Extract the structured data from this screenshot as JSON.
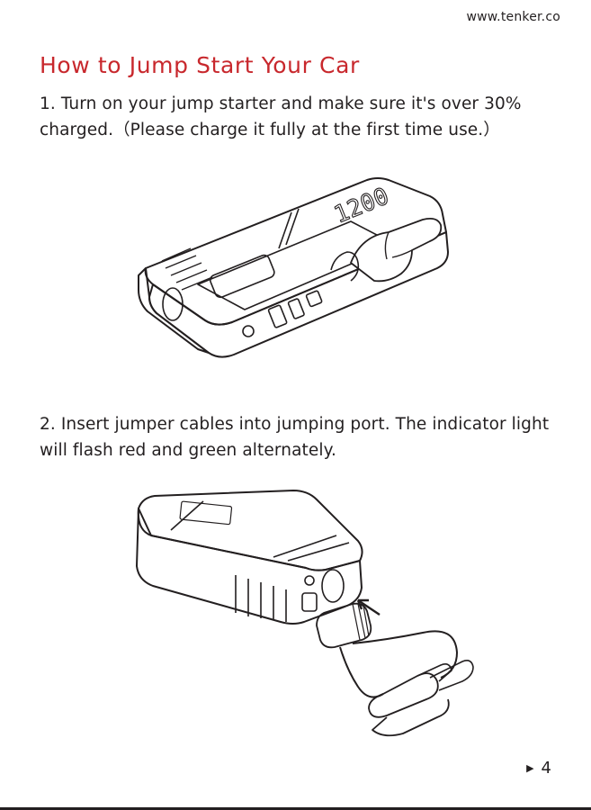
{
  "header": {
    "site": "www.tenker.co"
  },
  "title": {
    "text": "How to Jump Start Your Car",
    "color": "#c8282d"
  },
  "steps": [
    {
      "line1": "1. Turn on your jump starter and make sure it's over 30%",
      "line2": "charged.（Please charge it fully at the first time use.）"
    },
    {
      "line1": "2. Insert jumper cables into jumping port. The indicator light",
      "line2": "will flash red and green alternately."
    }
  ],
  "illustrations": {
    "device_label": "1200"
  },
  "footer": {
    "page_number": "4",
    "marker_icon": "triangle-right-icon"
  }
}
